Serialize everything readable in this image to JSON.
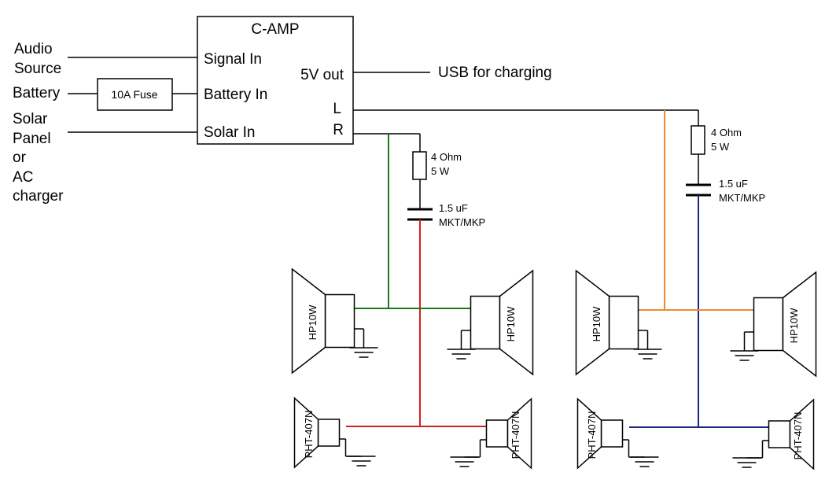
{
  "amp": {
    "title": "C-AMP",
    "signal_in": "Signal In",
    "battery_in": "Battery In",
    "solar_in": "Solar In",
    "out_5v": "5V out",
    "out_l": "L",
    "out_r": "R"
  },
  "inputs": {
    "audio_source": [
      "Audio",
      "Source"
    ],
    "battery": "Battery",
    "fuse": "10A Fuse",
    "solar": [
      "Solar",
      "Panel",
      "or",
      "AC",
      "charger"
    ]
  },
  "usb_label": "USB for charging",
  "right_channel": {
    "resistor": [
      "4 Ohm",
      "5 W"
    ],
    "capacitor": [
      "1.5 uF",
      "MKT/MKP"
    ]
  },
  "left_channel": {
    "resistor": [
      "4 Ohm",
      "5 W"
    ],
    "capacitor": [
      "1.5 uF",
      "MKT/MKP"
    ]
  },
  "speakers": {
    "woofer_model": "HP10W",
    "tweeter_model": "PHT-407N"
  },
  "wire_colors": {
    "black": "#000000",
    "green": "#1a7a1a",
    "red": "#d42020",
    "orange": "#f08a30",
    "blue": "#1a2a80"
  }
}
